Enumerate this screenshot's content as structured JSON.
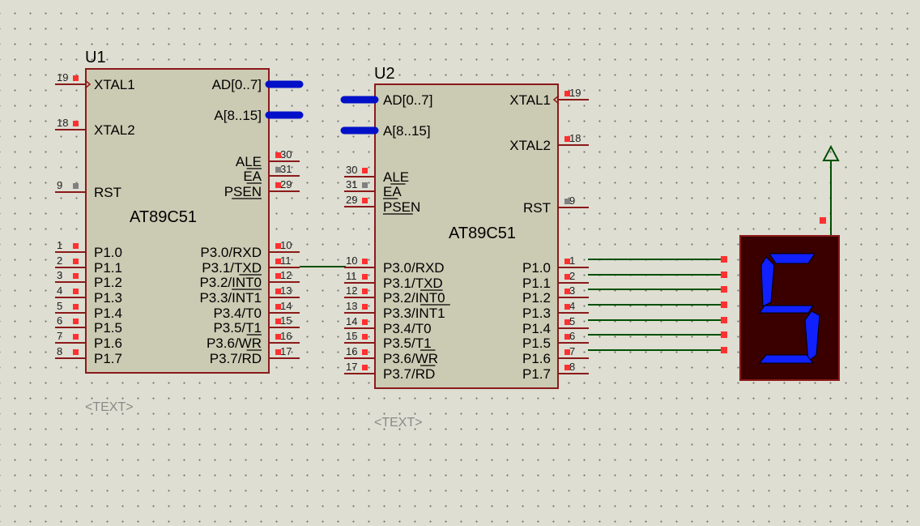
{
  "colors": {
    "body": "#cbcbb4",
    "outline": "#8b1a1a",
    "wire": "#005000",
    "bus": "#0010c8",
    "pin_dot": "#ff3030",
    "pin_dot_grey": "#808080",
    "display_bg": "#3a0000",
    "segment": "#1020ff",
    "label": "#000000",
    "pin_num": "#222222",
    "placeholder": "#8a8a8a"
  },
  "u1": {
    "ref": "U1",
    "part": "AT89C51",
    "text": "<TEXT>",
    "left_labels": [
      "XTAL1",
      "XTAL2",
      "RST",
      "P1.0",
      "P1.1",
      "P1.2",
      "P1.3",
      "P1.4",
      "P1.5",
      "P1.6",
      "P1.7"
    ],
    "left_nums": [
      "19",
      "18",
      "9",
      "1",
      "2",
      "3",
      "4",
      "5",
      "6",
      "7",
      "8"
    ],
    "right_labels": [
      "AD[0..7]",
      "A[8..15]",
      "ALE",
      "EA",
      "PSEN",
      "P3.0/RXD",
      "P3.1/TXD",
      "P3.2/INT0",
      "P3.3/INT1",
      "P3.4/T0",
      "P3.5/T1",
      "P3.6/WR",
      "P3.7/RD"
    ],
    "right_nums": [
      "",
      "",
      "30",
      "31",
      "29",
      "10",
      "11",
      "12",
      "13",
      "14",
      "15",
      "16",
      "17"
    ]
  },
  "u2": {
    "ref": "U2",
    "part": "AT89C51",
    "text": "<TEXT>",
    "left_labels": [
      "AD[0..7]",
      "A[8..15]",
      "ALE",
      "EA",
      "PSEN",
      "P3.0/RXD",
      "P3.1/TXD",
      "P3.2/INT0",
      "P3.3/INT1",
      "P3.4/T0",
      "P3.5/T1",
      "P3.6/WR",
      "P3.7/RD"
    ],
    "left_nums": [
      "",
      "",
      "30",
      "31",
      "29",
      "10",
      "11",
      "12",
      "13",
      "14",
      "15",
      "16",
      "17"
    ],
    "right_labels": [
      "XTAL1",
      "XTAL2",
      "RST",
      "P1.0",
      "P1.1",
      "P1.2",
      "P1.3",
      "P1.4",
      "P1.5",
      "P1.6",
      "P1.7"
    ],
    "right_nums": [
      "19",
      "18",
      "9",
      "1",
      "2",
      "3",
      "4",
      "5",
      "6",
      "7",
      "8"
    ]
  },
  "display": {
    "digit": "5"
  }
}
